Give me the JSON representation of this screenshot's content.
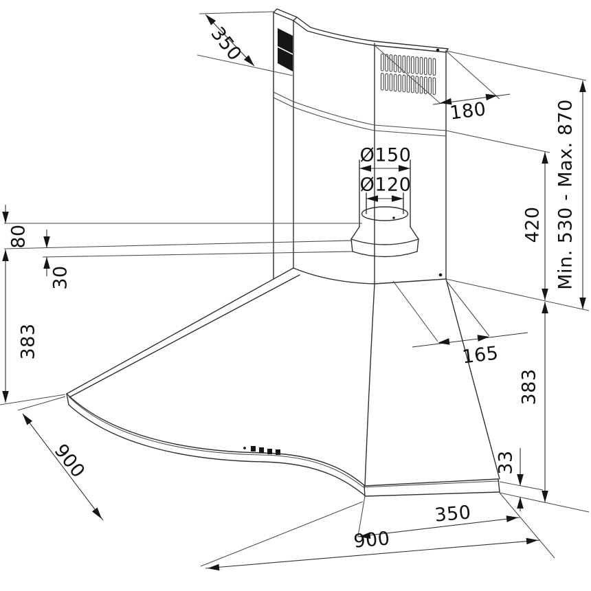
{
  "colors": {
    "background": "#ffffff",
    "line": "#2f2f2f",
    "text": "#111111"
  },
  "dimension_labels": [
    {
      "id": "chimney-width-top",
      "text": "350"
    },
    {
      "id": "vent-face-width",
      "text": "180"
    },
    {
      "id": "flue-outer-diameter",
      "text": "Ø150"
    },
    {
      "id": "flue-inner-diameter",
      "text": "Ø120"
    },
    {
      "id": "flue-stub-height",
      "text": "80"
    },
    {
      "id": "collar-height",
      "text": "30"
    },
    {
      "id": "canopy-height-left",
      "text": "383"
    },
    {
      "id": "base-depth-left",
      "text": "900"
    },
    {
      "id": "mounting-height-range",
      "text": "Min. 530 - Max. 870"
    },
    {
      "id": "chimney-section-height",
      "text": "420"
    },
    {
      "id": "duct-offset",
      "text": "165"
    },
    {
      "id": "canopy-height-right",
      "text": "383"
    },
    {
      "id": "rim-height",
      "text": "33"
    },
    {
      "id": "front-right-width",
      "text": "350"
    },
    {
      "id": "base-width-bottom",
      "text": "900"
    }
  ]
}
